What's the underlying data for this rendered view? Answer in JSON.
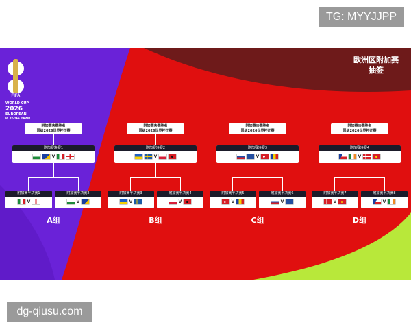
{
  "watermarks": {
    "top": "TG: MYYJJPP",
    "bottom": "dg-qiusu.com"
  },
  "title": {
    "line1": "欧洲区附加赛",
    "line2": "抽签"
  },
  "logo": {
    "fifa": "FIFA",
    "line1": "WORLD CUP",
    "line2": "2026",
    "line3": "EUROPEAN",
    "line4": "PLAY-OFF DRAW"
  },
  "colors": {
    "purple": "#6a22d8",
    "red": "#e00f0f",
    "dark_red": "#6e1a1a",
    "lime": "#b8e83a",
    "box_header": "#1b1b2a"
  },
  "winner_text": {
    "line1": "附加赛决赛胜者",
    "line2": "晋级2026世界杯正赛"
  },
  "groups": [
    {
      "label": "A组",
      "final": {
        "label": "附加赛决赛1",
        "flags": [
          "wales",
          "bosnia",
          "italy",
          "england"
        ]
      },
      "semis": [
        {
          "label": "附加赛半决赛1",
          "flags": [
            "italy",
            "northern-ireland"
          ]
        },
        {
          "label": "附加赛半决赛2",
          "flags": [
            "wales",
            "bosnia"
          ]
        }
      ]
    },
    {
      "label": "B组",
      "final": {
        "label": "附加赛决赛2",
        "flags": [
          "ukraine",
          "sweden",
          "poland",
          "albania"
        ]
      },
      "semis": [
        {
          "label": "附加赛半决赛3",
          "flags": [
            "ukraine",
            "sweden"
          ]
        },
        {
          "label": "附加赛半决赛4",
          "flags": [
            "poland",
            "albania"
          ]
        }
      ]
    },
    {
      "label": "C组",
      "final": {
        "label": "附加赛决赛3",
        "flags": [
          "slovakia",
          "kosovo",
          "turkey",
          "romania"
        ]
      },
      "semis": [
        {
          "label": "附加赛半决赛5",
          "flags": [
            "turkey",
            "romania"
          ]
        },
        {
          "label": "附加赛半决赛6",
          "flags": [
            "slovakia",
            "kosovo"
          ]
        }
      ]
    },
    {
      "label": "D组",
      "final": {
        "label": "附加赛决赛4",
        "flags": [
          "czech",
          "ireland",
          "denmark",
          "north-macedonia"
        ]
      },
      "semis": [
        {
          "label": "附加赛半决赛7",
          "flags": [
            "denmark",
            "north-macedonia"
          ]
        },
        {
          "label": "附加赛半决赛8",
          "flags": [
            "czech",
            "ireland"
          ]
        }
      ]
    }
  ],
  "vs": "V"
}
